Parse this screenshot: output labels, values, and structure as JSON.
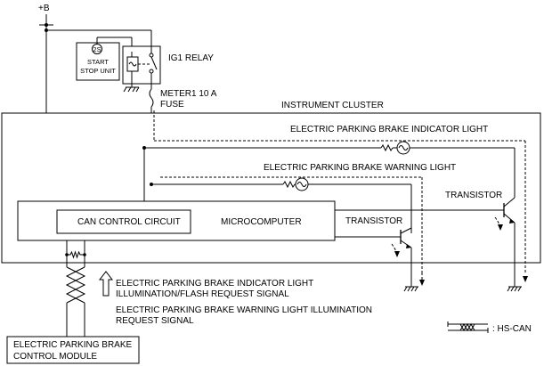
{
  "supply": {
    "plus_b": "+B"
  },
  "start_stop_unit": {
    "pin": "2S",
    "line1": "START",
    "line2": "STOP UNIT"
  },
  "ig1_relay": {
    "label": "IG1 RELAY"
  },
  "fuse": {
    "line1": "METER1 10 A",
    "line2": "FUSE"
  },
  "instrument_cluster": {
    "label": "INSTRUMENT CLUSTER"
  },
  "indicator_light": {
    "label": "ELECTRIC PARKING BRAKE INDICATOR LIGHT"
  },
  "warning_light": {
    "label": "ELECTRIC PARKING BRAKE WARNING LIGHT"
  },
  "transistor_upper": {
    "label": "TRANSISTOR"
  },
  "transistor_lower": {
    "label": "TRANSISTOR"
  },
  "can_control_circuit": {
    "label": "CAN CONTROL CIRCUIT"
  },
  "microcomputer": {
    "label": "MICROCOMPUTER"
  },
  "signal_indicator": {
    "line1": "ELECTRIC PARKING BRAKE INDICATOR LIGHT",
    "line2": "ILLUMINATION/FLASH REQUEST SIGNAL"
  },
  "signal_warning": {
    "line1": "ELECTRIC PARKING BRAKE WARNING LIGHT ILLUMINATION",
    "line2": "REQUEST SIGNAL"
  },
  "control_module": {
    "line1": "ELECTRIC PARKING BRAKE",
    "line2": "CONTROL MODULE"
  },
  "legend": {
    "hs_can": ": HS-CAN"
  }
}
